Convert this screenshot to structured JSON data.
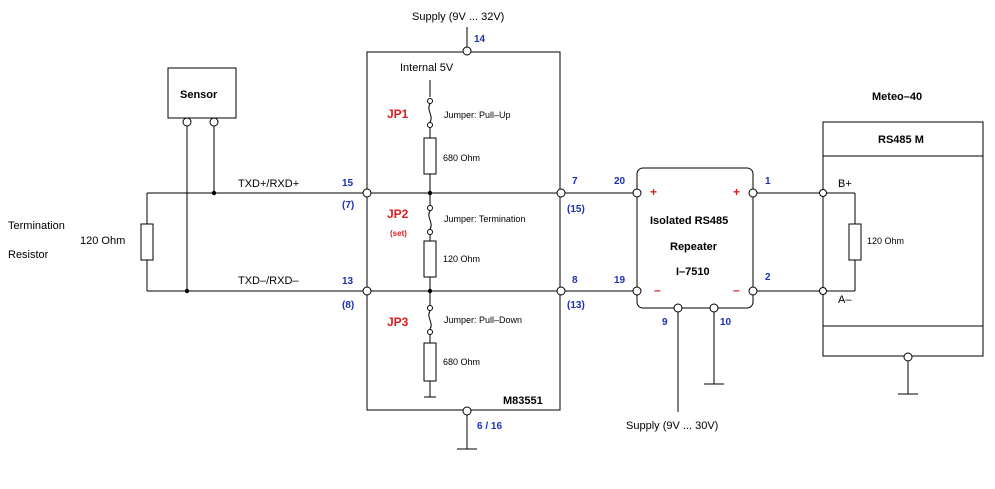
{
  "labels": {
    "supply_top": "Supply (9V ... 32V)",
    "pin_supply_top": "14",
    "internal_5v": "Internal 5V",
    "jp1": "JP1",
    "jp1_desc": "Jumper: Pull–Up",
    "r_pullup": "680 Ohm",
    "jp2": "JP2",
    "jp2_set": "(set)",
    "jp2_desc": "Jumper: Termination",
    "r_term_internal": "120 Ohm",
    "jp3": "JP3",
    "jp3_desc": "Jumper: Pull–Down",
    "r_pulldown": "680 Ohm",
    "module_name": "M83551",
    "pin_gnd_module": "6 / 16",
    "sensor": "Sensor",
    "txd_plus": "TXD+/RXD+",
    "txd_minus": "TXD–/RXD–",
    "pin_15": "15",
    "pin_7_paren": "(7)",
    "pin_13": "13",
    "pin_8_paren": "(8)",
    "pin_7": "7",
    "pin_15_paren": "(15)",
    "pin_8": "8",
    "pin_13_paren": "(13)",
    "termination_line1": "Termination",
    "termination_line2": "Resistor",
    "termination_value": "120 Ohm",
    "repeater_line1": "Isolated RS485",
    "repeater_line2": "Repeater",
    "repeater_line3": "I–7510",
    "pin_20": "20",
    "pin_19": "19",
    "pin_1": "1",
    "pin_2": "2",
    "pin_9": "9",
    "pin_10": "10",
    "plus": "+",
    "minus": "–",
    "supply_bottom": "Supply (9V ... 30V)",
    "meteo_title": "Meteo–40",
    "meteo_box": "RS485 M",
    "b_plus": "B+",
    "a_minus": "A–",
    "meteo_res": "120 Ohm"
  }
}
